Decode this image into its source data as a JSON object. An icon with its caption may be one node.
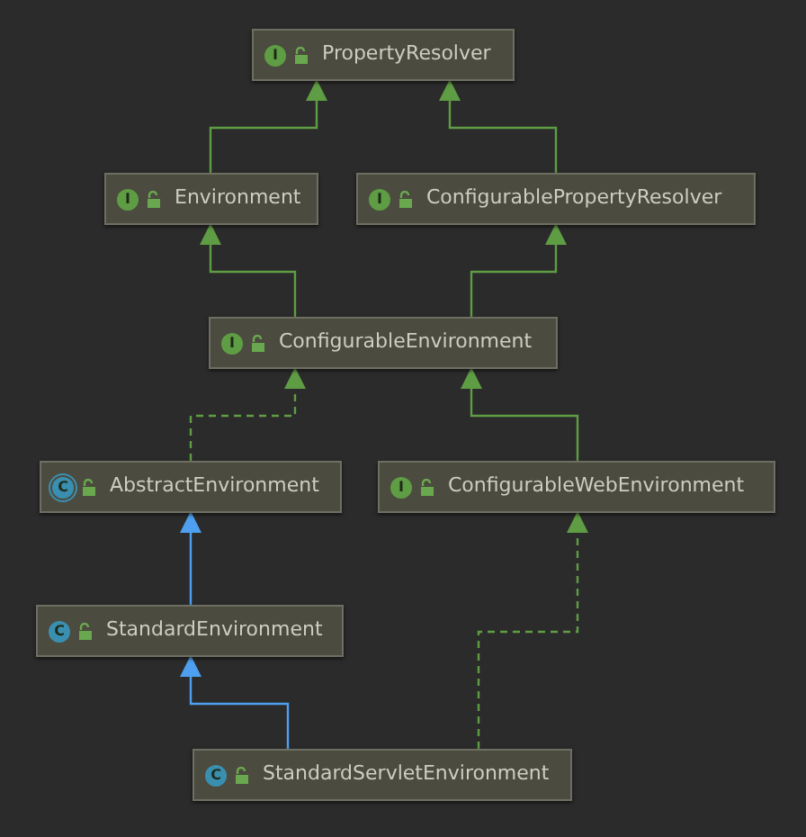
{
  "diagram": {
    "nodes": [
      {
        "text": [
          "I",
          "PropertyResolver"
        ]
      },
      {
        "text": [
          "I",
          "Environment"
        ]
      },
      {
        "text": [
          "I",
          "ConfigurablePropertyResolver"
        ]
      },
      {
        "text": [
          "I",
          "ConfigurableEnvironment"
        ]
      },
      {
        "text": [
          "C",
          "AbstractEnvironment"
        ]
      },
      {
        "text": [
          "I",
          "ConfigurableWebEnvironment"
        ]
      },
      {
        "text": [
          "C",
          "StandardEnvironment"
        ]
      },
      {
        "text": [
          "C",
          "StandardServletEnvironment"
        ]
      }
    ],
    "edges": [
      {
        "from": 1,
        "to": 0,
        "arrow": "to"
      },
      {
        "from": 2,
        "to": 0,
        "arrow": "to"
      },
      {
        "from": 3,
        "to": 1,
        "arrow": "to"
      },
      {
        "from": 3,
        "to": 2,
        "arrow": "to"
      },
      {
        "from": 4,
        "to": 3,
        "arrow": "to",
        "style": "dashed"
      },
      {
        "from": 5,
        "to": 3,
        "arrow": "to"
      },
      {
        "from": 6,
        "to": 4,
        "arrow": "to",
        "color": "#4f9ff0"
      },
      {
        "from": 7,
        "to": 6,
        "arrow": "to",
        "color": "#4f9ff0"
      },
      {
        "from": 7,
        "to": 5,
        "arrow": "to",
        "style": "dashed"
      }
    ]
  }
}
